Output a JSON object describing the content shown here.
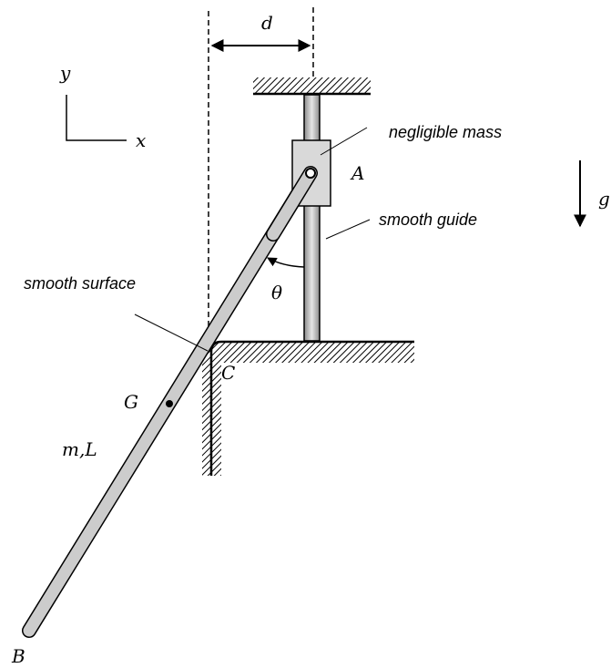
{
  "labels": {
    "d": "d",
    "y": "y",
    "x": "x",
    "g": "g",
    "A": "A",
    "B": "B",
    "C": "C",
    "G": "G",
    "theta": "θ",
    "mL": "m,L",
    "negligible_mass": "negligible mass",
    "smooth_guide": "smooth guide",
    "smooth_surface": "smooth surface"
  },
  "colors": {
    "rod_fill": "#cccccc",
    "slider_fill": "#d9d9d9",
    "line": "#000000"
  }
}
